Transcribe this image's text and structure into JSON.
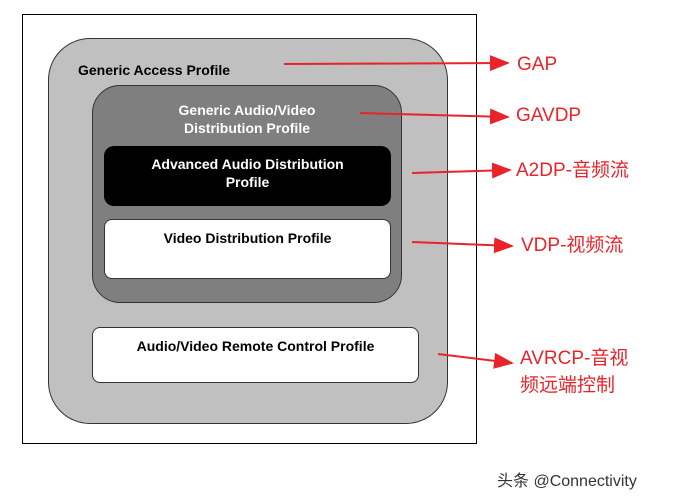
{
  "diagram": {
    "gap_label": "Generic Access Profile",
    "gavdp_label": "Generic Audio/Video\nDistribution Profile",
    "a2dp_label": "Advanced Audio Distribution\nProfile",
    "vdp_label": "Video Distribution Profile",
    "avrcp_label": "Audio/Video Remote Control Profile"
  },
  "annotations": {
    "gap": "GAP",
    "gavdp": "GAVDP",
    "a2dp": "A2DP-音频流",
    "vdp": "VDP-视频流",
    "avrcp": "AVRCP-音视\n频远端控制"
  },
  "colors": {
    "annotation": "#e8242a",
    "gap_fill": "#c0c0c0",
    "gavdp_fill": "#7f7f7f",
    "a2dp_fill": "#000000"
  },
  "watermark": "头条 @Connectivity"
}
